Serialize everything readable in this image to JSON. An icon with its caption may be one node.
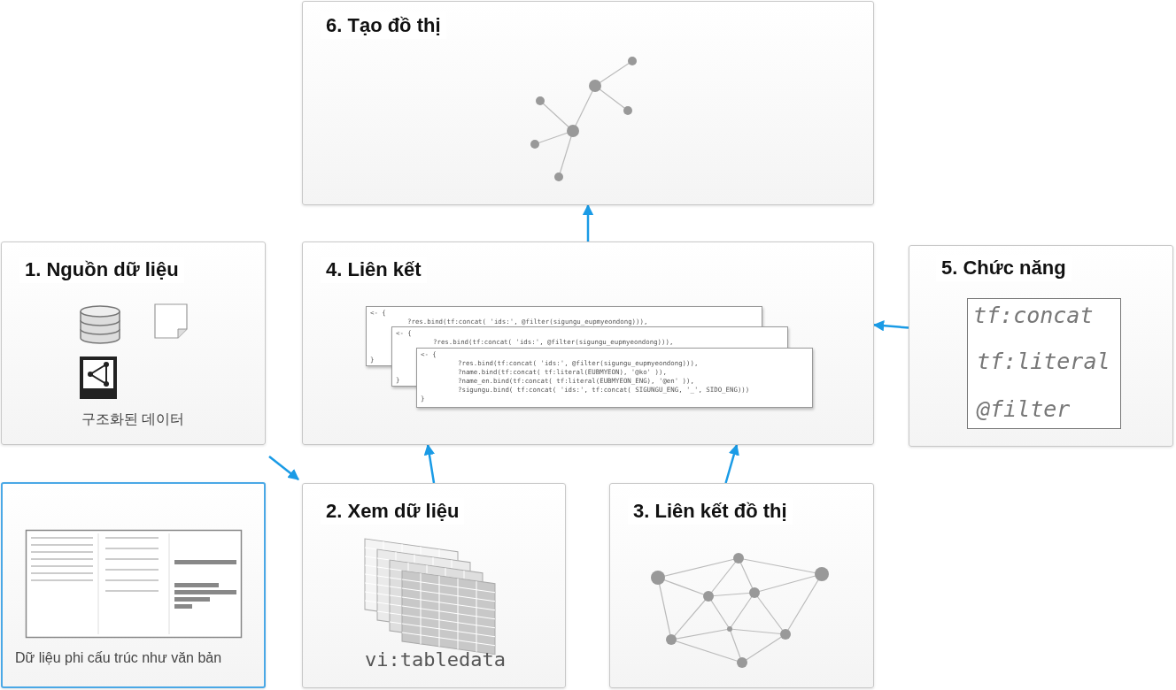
{
  "diagram": {
    "nodes": [
      {
        "text": [
          "6. Tạo đồ thị"
        ]
      },
      {
        "text": [
          "1. Nguồn dữ liệu",
          "구조화된 데이터"
        ]
      },
      {
        "text": [
          "4. Liên kết"
        ]
      },
      {
        "text": [
          "5. Chức năng",
          "tf:concat",
          "tf:literal",
          "@filter"
        ]
      },
      {
        "text": [
          "Dữ liệu phi cấu trúc như văn bản"
        ]
      },
      {
        "text": [
          "2. Xem dữ liệu",
          "vi:tabledata"
        ]
      },
      {
        "text": [
          "3. Liên kết đồ thị"
        ]
      }
    ],
    "edges": [
      {
        "from": 1,
        "to": 5,
        "arrow": "to"
      },
      {
        "from": 2,
        "to": 0,
        "arrow": "to"
      },
      {
        "from": 3,
        "to": 2,
        "arrow": "to"
      },
      {
        "from": 5,
        "to": 2,
        "arrow": "to"
      },
      {
        "from": 6,
        "to": 2,
        "arrow": "to"
      }
    ],
    "labels": [
      "<- {",
      "?res.bind(tf:concat( 'ids:', @filter(sigungu_eupmyeondong))),",
      "}",
      "<- {",
      "?res.bind(tf:concat( 'ids:', @filter(sigungu_eupmyeondong))),",
      "}",
      "<- {",
      "?res.bind(tf:concat( 'ids:', @filter(sigungu_eupmyeondong))),",
      "?name.bind(tf:concat( tf:literal(EUBMYEON), '@ko' )),",
      "?name_en.bind(tf:concat( tf:literal(EUBMYEON_ENG), '@en' )),",
      "?sigungu.bind( tf:concat( 'ids:', tf:concat( SIGUNGU_ENG, '_', SIDO_ENG)))",
      "}"
    ]
  }
}
